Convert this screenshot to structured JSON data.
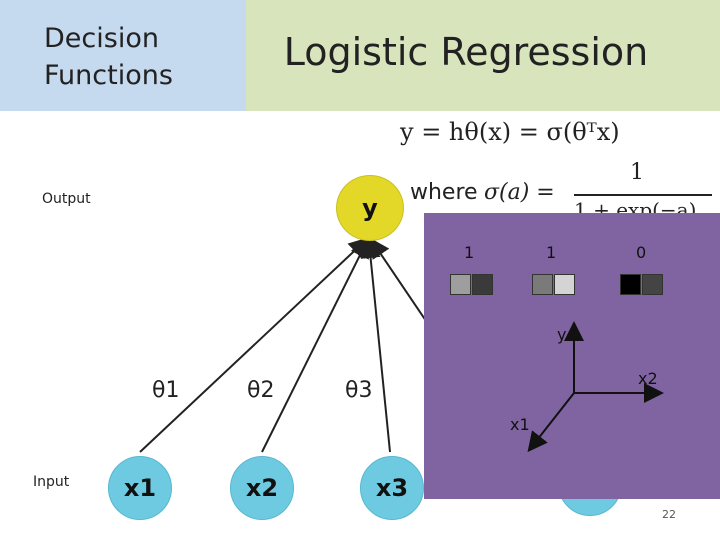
{
  "header": {
    "section_title": "Decision\nFunctions",
    "slide_title": "Logistic Regression"
  },
  "equations": {
    "model": "y = hθ(x) = σ(θᵀx)",
    "where_word": "where",
    "sigmoid_lhs": "σ(a) =",
    "sigmoid_numerator": "1",
    "sigmoid_denominator": "1 + exp(−a)"
  },
  "labels": {
    "output": "Output",
    "input": "Input"
  },
  "nodes": {
    "output": "y",
    "inputs": [
      "x1",
      "x2",
      "x3"
    ]
  },
  "weights": [
    "θ1",
    "θ2",
    "θ3"
  ],
  "overlay": {
    "numbers": [
      "1",
      "1",
      "0"
    ],
    "axes": {
      "y": "y",
      "x1": "x1",
      "x2": "x2"
    },
    "colors": {
      "background": "#8064a2",
      "swatch_pairs": [
        [
          "#9e9e9e",
          "#3a3a3a"
        ],
        [
          "#7a7a7a",
          "#d4d4d4"
        ],
        [
          "#000000",
          "#444444"
        ]
      ]
    }
  },
  "page_number": "22"
}
